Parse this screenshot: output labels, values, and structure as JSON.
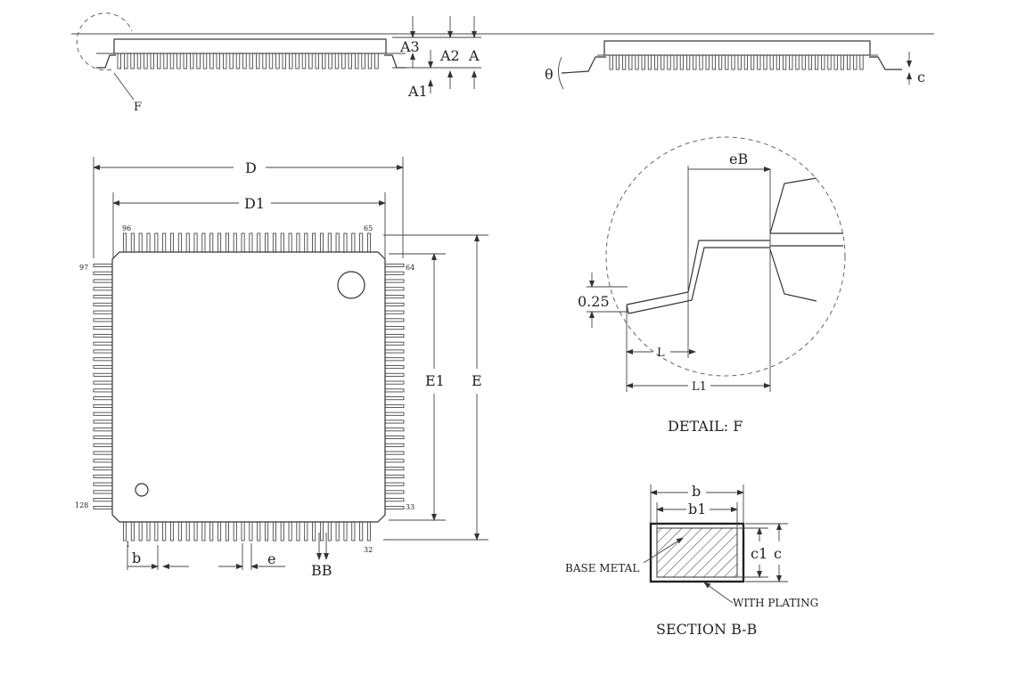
{
  "side_view_left": {
    "labels": {
      "A3": "A3",
      "A2": "A2",
      "A": "A",
      "A1": "A1",
      "F": "F"
    }
  },
  "side_view_right": {
    "labels": {
      "theta": "θ",
      "c": "c"
    }
  },
  "top_view": {
    "labels": {
      "D": "D",
      "D1": "D1",
      "E": "E",
      "E1": "E1",
      "b": "b",
      "e": "e",
      "BB": "BB"
    },
    "pin_numbers": {
      "p96": "96",
      "p65": "65",
      "p97": "97",
      "p64": "64",
      "p128": "128",
      "p33": "33",
      "p1": "1",
      "p32": "32"
    }
  },
  "detail_f": {
    "labels": {
      "eB": "eB",
      "v025": "0.25",
      "L": "L",
      "L1": "L1"
    },
    "caption": "DETAIL:  F"
  },
  "section_bb": {
    "labels": {
      "b": "b",
      "b1": "b1",
      "c1": "c1",
      "c": "c",
      "base_metal": "BASE METAL",
      "with_plating": "WITH PLATING"
    },
    "caption": "SECTION B-B"
  }
}
